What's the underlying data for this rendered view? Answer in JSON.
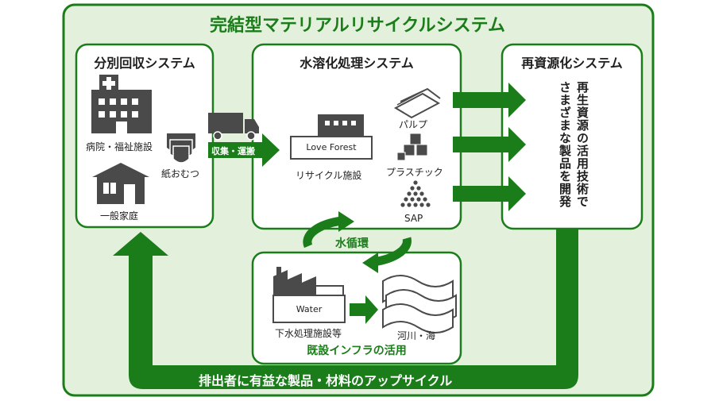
{
  "title": "完結型マテリアルリサイクルシステム",
  "boxes": {
    "collection": {
      "title": "分別回収システム",
      "hospital_label": "病院・福祉施設",
      "house_label": "一般家庭",
      "diaper_label": "紙おむつ"
    },
    "dissolution": {
      "title": "水溶化処理システム",
      "facility_sign": "Love Forest",
      "facility_label": "リサイクル施設",
      "outputs": [
        "パルプ",
        "プラスチック",
        "SAP"
      ]
    },
    "reuse": {
      "title": "再資源化システム",
      "lines": [
        "再生資源の活用技術で",
        "さまざまな製品を開発"
      ]
    },
    "infra": {
      "title": "既設インフラの活用",
      "factory_sign": "Water",
      "factory_label": "下水処理施設等",
      "river_label": "河川・海"
    }
  },
  "arrows": {
    "transport_label": "収集・運搬",
    "water_cycle_label": "水循環",
    "upcycle_label": "排出者に有益な製品・材料のアップサイクル"
  },
  "colors": {
    "green": "#1a7d1a",
    "outer_fill": "#e3f1dc",
    "box_fill": "#ffffff",
    "icon": "#4a4a4a"
  }
}
